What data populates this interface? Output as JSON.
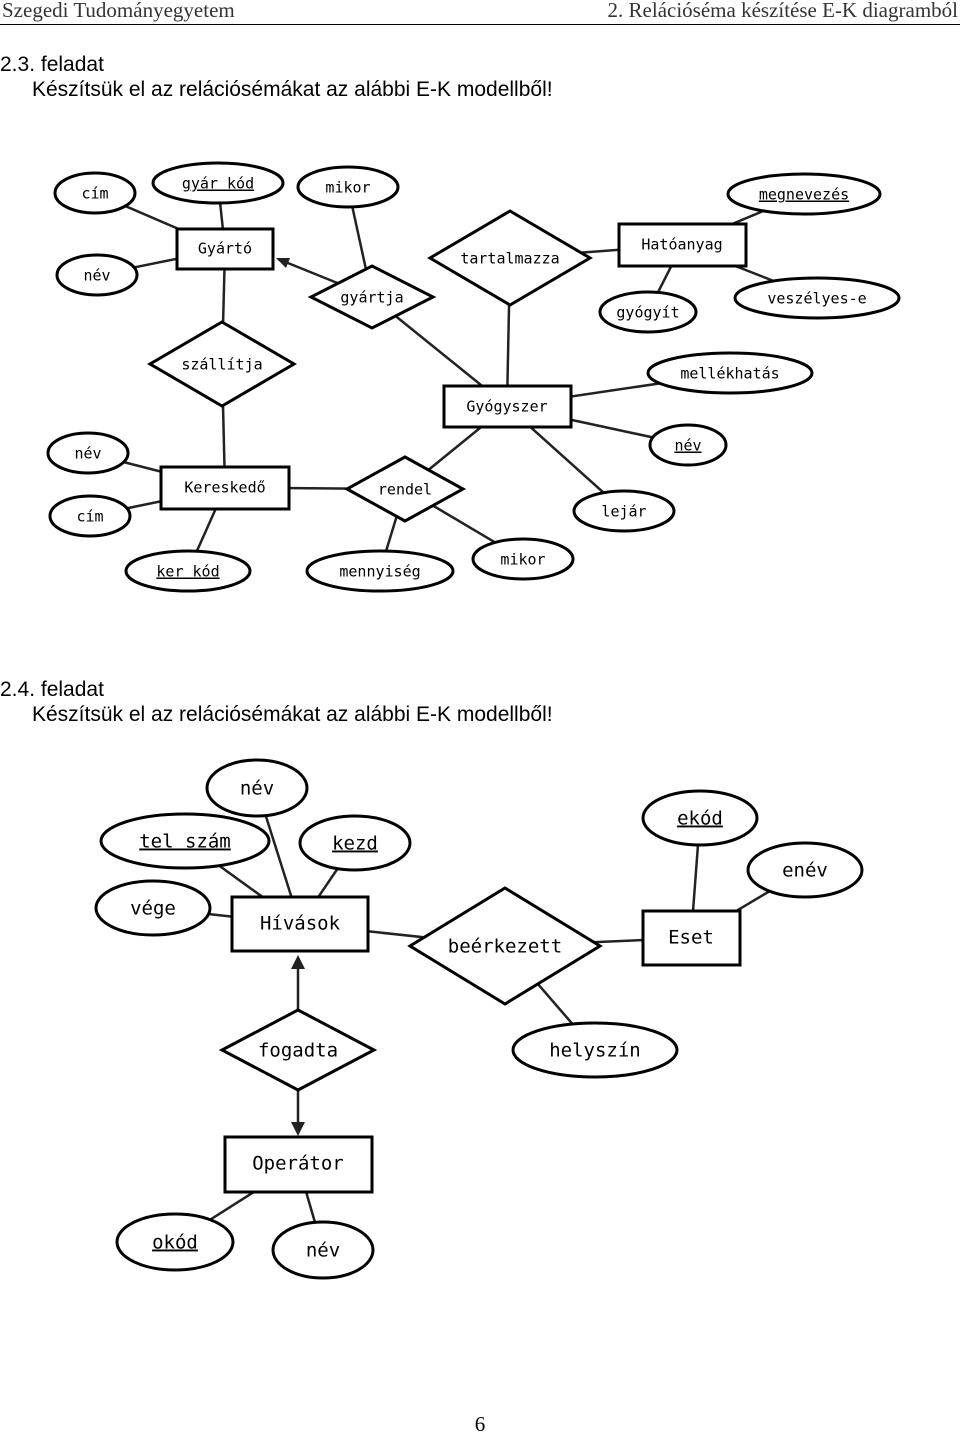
{
  "header": {
    "left": "Szegedi Tudományegyetem",
    "right": "2. Relációséma készítése E-K diagramból"
  },
  "task1": {
    "title": "2.3. feladat",
    "desc": "Készítsük el az relációsémákat az alábbi E-K modellből!",
    "diagram": {
      "entities": [
        "Gyártó",
        "Hatóanyag",
        "Gyógyszer",
        "Kereskedő"
      ],
      "relationships": [
        "gyártja",
        "tartalmazza",
        "szállítja",
        "rendel"
      ],
      "attributes": [
        "cím",
        "gyár kód",
        "név",
        "mikor",
        "megnevezés",
        "gyógyít",
        "veszélyes-e",
        "mellékhatás",
        "név",
        "lejár",
        "név",
        "cím",
        "ker kód",
        "mennyiség",
        "mikor"
      ]
    }
  },
  "task2": {
    "title": "2.4. feladat",
    "desc": "Készítsük el az relációsémákat az alábbi E-K modellből!",
    "diagram": {
      "entities": [
        "Hívások",
        "Eset",
        "Operátor"
      ],
      "relationships": [
        "beérkezett",
        "fogadta"
      ],
      "attributes": [
        "név",
        "tel szám",
        "kezd",
        "vége",
        "ekód",
        "enév",
        "helyszín",
        "okód",
        "név"
      ]
    }
  },
  "page_number": "6"
}
